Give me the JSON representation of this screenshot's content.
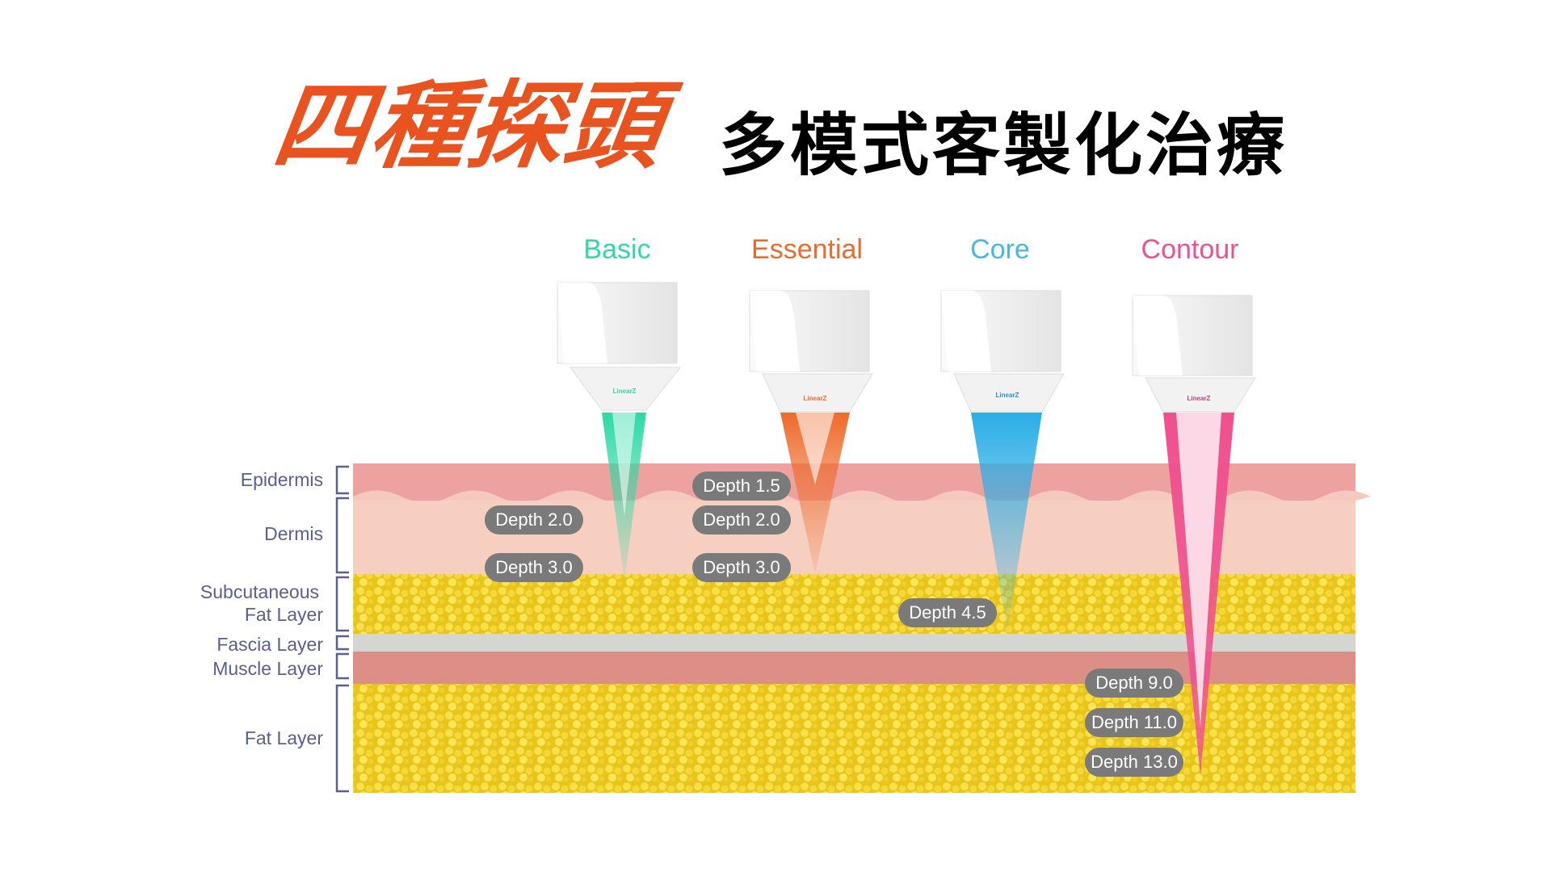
{
  "title": {
    "highlight": "四種探頭",
    "subtitle": "多模式客製化治療"
  },
  "probes": [
    {
      "name": "Basic",
      "color": "#2ed9a6",
      "brand": "LinearZ"
    },
    {
      "name": "Essential",
      "color": "#ee6a2a",
      "brand": "LinearZ"
    },
    {
      "name": "Core",
      "color": "#45b8e6",
      "brand": "LinearZ"
    },
    {
      "name": "Contour",
      "color": "#f0508e",
      "brand": "LinearZ"
    }
  ],
  "layers": [
    "Epidermis",
    "Dermis",
    "Subcutaneous",
    "Fat Layer",
    "Fascia Layer",
    "Muscle Layer",
    "Fat Layer"
  ],
  "depths": {
    "basic": [
      "Depth 2.0",
      "Depth 3.0"
    ],
    "essential": [
      "Depth 1.5",
      "Depth 2.0",
      "Depth 3.0"
    ],
    "core": [
      "Depth 4.5"
    ],
    "contour": [
      "Depth 9.0",
      "Depth 11.0",
      "Depth 13.0"
    ]
  }
}
